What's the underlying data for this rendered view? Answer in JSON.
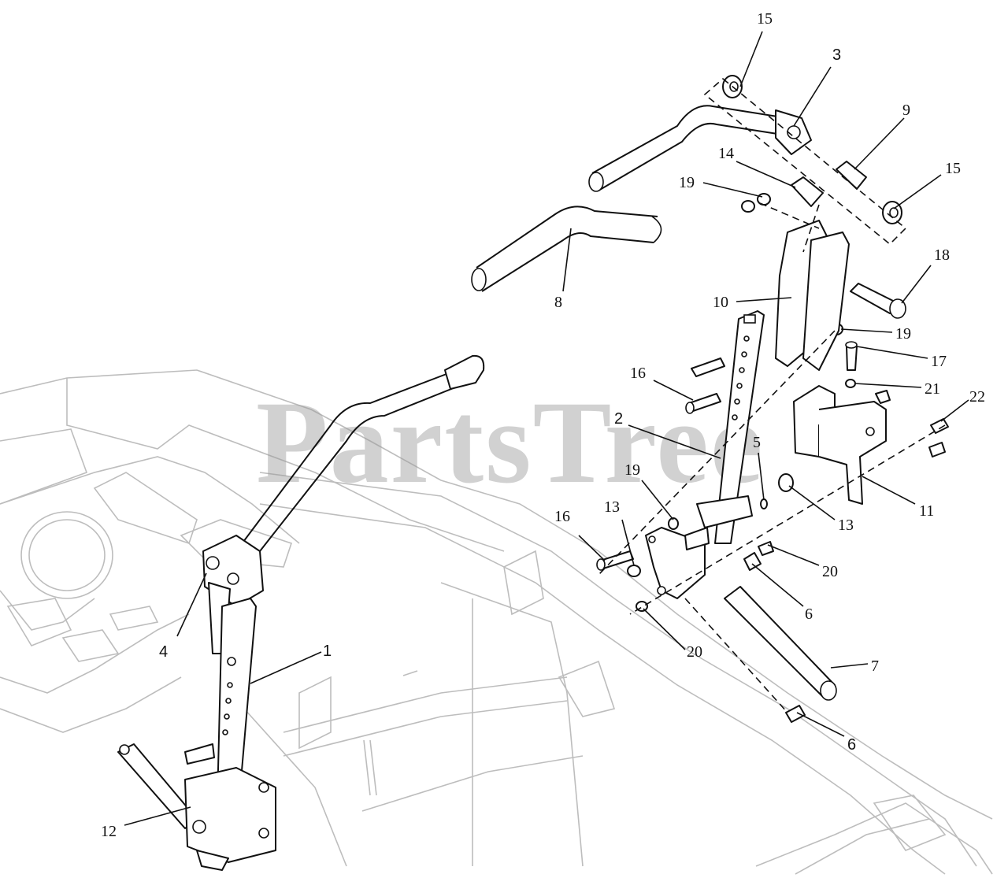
{
  "watermark": "PartsTree",
  "callouts": [
    {
      "id": "c15a",
      "text": "15"
    },
    {
      "id": "c3",
      "text": "3"
    },
    {
      "id": "c9",
      "text": "9"
    },
    {
      "id": "c14",
      "text": "14"
    },
    {
      "id": "c15b",
      "text": "15"
    },
    {
      "id": "c19a",
      "text": "19"
    },
    {
      "id": "c18",
      "text": "18"
    },
    {
      "id": "c8",
      "text": "8"
    },
    {
      "id": "c10",
      "text": "10"
    },
    {
      "id": "c19b",
      "text": "19"
    },
    {
      "id": "c17",
      "text": "17"
    },
    {
      "id": "c16a",
      "text": "16"
    },
    {
      "id": "c21",
      "text": "21"
    },
    {
      "id": "c22",
      "text": "22"
    },
    {
      "id": "c2",
      "text": "2"
    },
    {
      "id": "c5",
      "text": "5"
    },
    {
      "id": "c19c",
      "text": "19"
    },
    {
      "id": "c13a",
      "text": "13"
    },
    {
      "id": "c13b",
      "text": "13"
    },
    {
      "id": "c16b",
      "text": "16"
    },
    {
      "id": "c11",
      "text": "11"
    },
    {
      "id": "c20a",
      "text": "20"
    },
    {
      "id": "c6a",
      "text": "6"
    },
    {
      "id": "c4",
      "text": "4"
    },
    {
      "id": "c1",
      "text": "1"
    },
    {
      "id": "c20b",
      "text": "20"
    },
    {
      "id": "c7",
      "text": "7"
    },
    {
      "id": "c6b",
      "text": "6"
    },
    {
      "id": "c12",
      "text": "12"
    }
  ]
}
